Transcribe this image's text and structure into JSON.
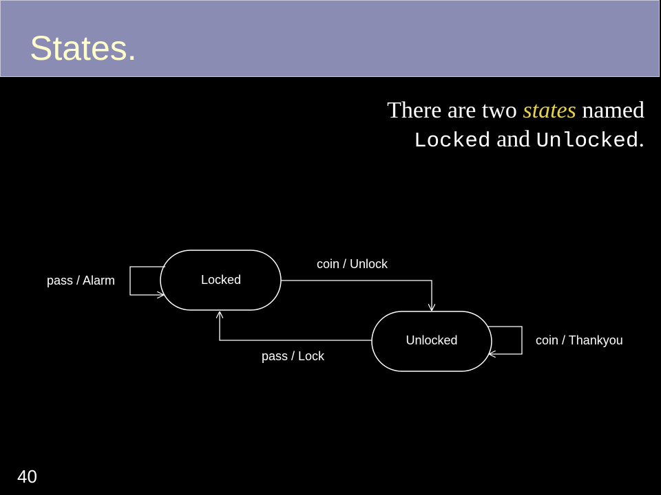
{
  "slide": {
    "title": "States.",
    "page_number": "40"
  },
  "caption": {
    "part1": "There are two ",
    "emphasis": "states",
    "part2": " named",
    "state1": "Locked",
    "and": " and ",
    "state2": "Unlocked",
    "end": "."
  },
  "diagram": {
    "states": {
      "locked": "Locked",
      "unlocked": "Unlocked"
    },
    "transitions": {
      "locked_self": "pass / Alarm",
      "locked_to_unlocked": "coin / Unlock",
      "unlocked_to_locked": "pass / Lock",
      "unlocked_self": "coin / Thankyou"
    }
  },
  "colors": {
    "title_bar": "#8b8cb3",
    "title_text": "#ffffcc",
    "emphasis": "#e6d34a",
    "background": "#000000"
  }
}
